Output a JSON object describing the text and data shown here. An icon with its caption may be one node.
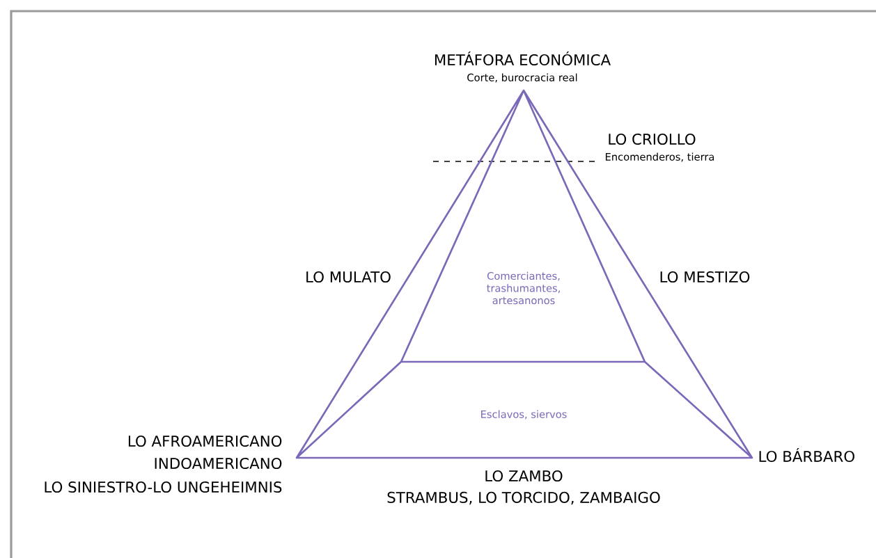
{
  "diagram": {
    "labels": [
      "METÁFORA ECONÓMICA",
      "Corte, burocracia real",
      "LO CRIOLLO",
      "Encomenderos, tierra",
      "LO MULATO",
      "Comerciantes, trashumantes, artesanonos",
      "LO MESTIZO",
      "Esclavos, siervos",
      "LO AFROAMERICANO",
      "INDOAMERICANO",
      "LO SINIESTRO-LO UNGEHEIMNIS",
      "LO BÁRBARO",
      "LO ZAMBO",
      "STRAMBUS, LO TORCIDO, ZAMBAIGO"
    ]
  }
}
